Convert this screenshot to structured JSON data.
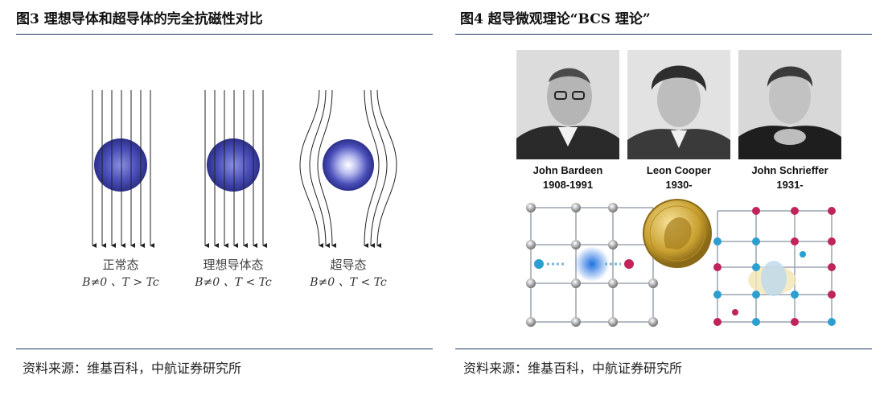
{
  "left": {
    "title": "图3  理想导体和超导体的完全抗磁性对比",
    "states": [
      {
        "label": "正常态",
        "condition": "B≠0 、T > Tc"
      },
      {
        "label": "理想导体态",
        "condition": "B≠0 、T < Tc"
      },
      {
        "label": "超导态",
        "condition": "B≠0 、T < Tc"
      }
    ],
    "source": "资料来源：维基百科，中航证券研究所"
  },
  "right": {
    "title": "图4  超导微观理论“BCS 理论”",
    "people": [
      {
        "name": "John Bardeen",
        "years": "1908-1991"
      },
      {
        "name": "Leon Cooper",
        "years": "1930-"
      },
      {
        "name": "John Schrieffer",
        "years": "1931-"
      }
    ],
    "source": "资料来源：维基百科，中航证券研究所"
  },
  "colors": {
    "rule": "#1f3b63",
    "sphere": "#3a3fa8",
    "electron_blue": "#2a9fd0",
    "electron_red": "#c0245a",
    "medal": "#c9a030"
  }
}
